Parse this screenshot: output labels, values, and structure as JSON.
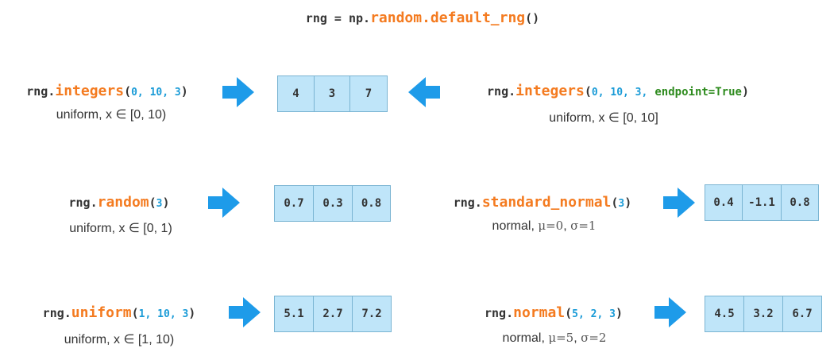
{
  "header": {
    "prefix": "rng = np.",
    "fn": "random.default_rng",
    "suffix": "()"
  },
  "colors": {
    "function": "#f47b20",
    "number": "#1a9bd7",
    "keyword": "#2e8b1e",
    "arrow": "#1e9be9",
    "cell": "#bfe5f9"
  },
  "examples": [
    {
      "prefix": "rng.",
      "fn": "integers",
      "open": "(",
      "args": "0, 10, 3",
      "kw": "",
      "close": ")",
      "desc": "uniform, x ∈ [0, 10)",
      "values": [
        "4",
        "3",
        "7"
      ]
    },
    {
      "prefix": "rng.",
      "fn": "integers",
      "open": "(",
      "args": "0, 10, 3,",
      "kw": "endpoint=True",
      "close": ")",
      "desc": "uniform, x ∈ [0, 10]",
      "values": [
        "4",
        "3",
        "7"
      ]
    },
    {
      "prefix": "rng.",
      "fn": "random",
      "open": "(",
      "args": "3",
      "kw": "",
      "close": ")",
      "desc": "uniform, x ∈ [0, 1)",
      "values": [
        "0.7",
        "0.3",
        "0.8"
      ]
    },
    {
      "prefix": "rng.",
      "fn": "standard_normal",
      "open": "(",
      "args": "3",
      "kw": "",
      "close": ")",
      "desc_a": "normal, ",
      "mu": "μ=0",
      "desc_b": ",  ",
      "sigma": "σ=1",
      "values": [
        "0.4",
        "-1.1",
        "0.8"
      ]
    },
    {
      "prefix": "rng.",
      "fn": "uniform",
      "open": "(",
      "args": "1, 10, 3",
      "kw": "",
      "close": ")",
      "desc": "uniform, x ∈ [1, 10)",
      "values": [
        "5.1",
        "2.7",
        "7.2"
      ]
    },
    {
      "prefix": "rng.",
      "fn": "normal",
      "open": "(",
      "args": "5, 2, 3",
      "kw": "",
      "close": ")",
      "desc_a": "normal, ",
      "mu": "μ=5",
      "desc_b": ",  ",
      "sigma": "σ=2",
      "values": [
        "4.5",
        "3.2",
        "6.7"
      ]
    }
  ]
}
